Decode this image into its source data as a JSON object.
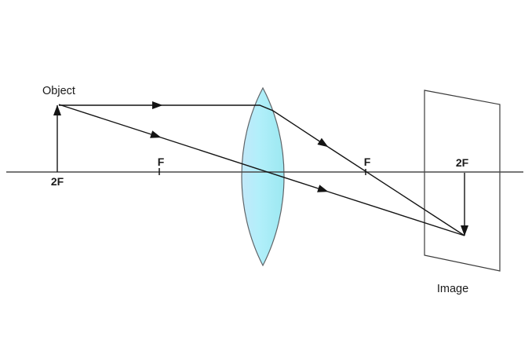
{
  "figure": {
    "type": "converging-lens-ray-diagram",
    "background": "#ffffff",
    "labels": {
      "object": "Object",
      "image": "Image",
      "left_two_f": "2F",
      "left_f": "F",
      "right_f": "F",
      "right_two_f": "2F"
    },
    "colors": {
      "axis": "#4a4a4a",
      "ray": "#141414",
      "lens_fill_left": "#c2e8f9",
      "lens_fill_mid": "#b2effa",
      "lens_fill_right": "#9ce8f1",
      "lens_stroke": "#5f6468",
      "screen_stroke": "#3c3c3c",
      "text": "#1a1a1a"
    }
  }
}
